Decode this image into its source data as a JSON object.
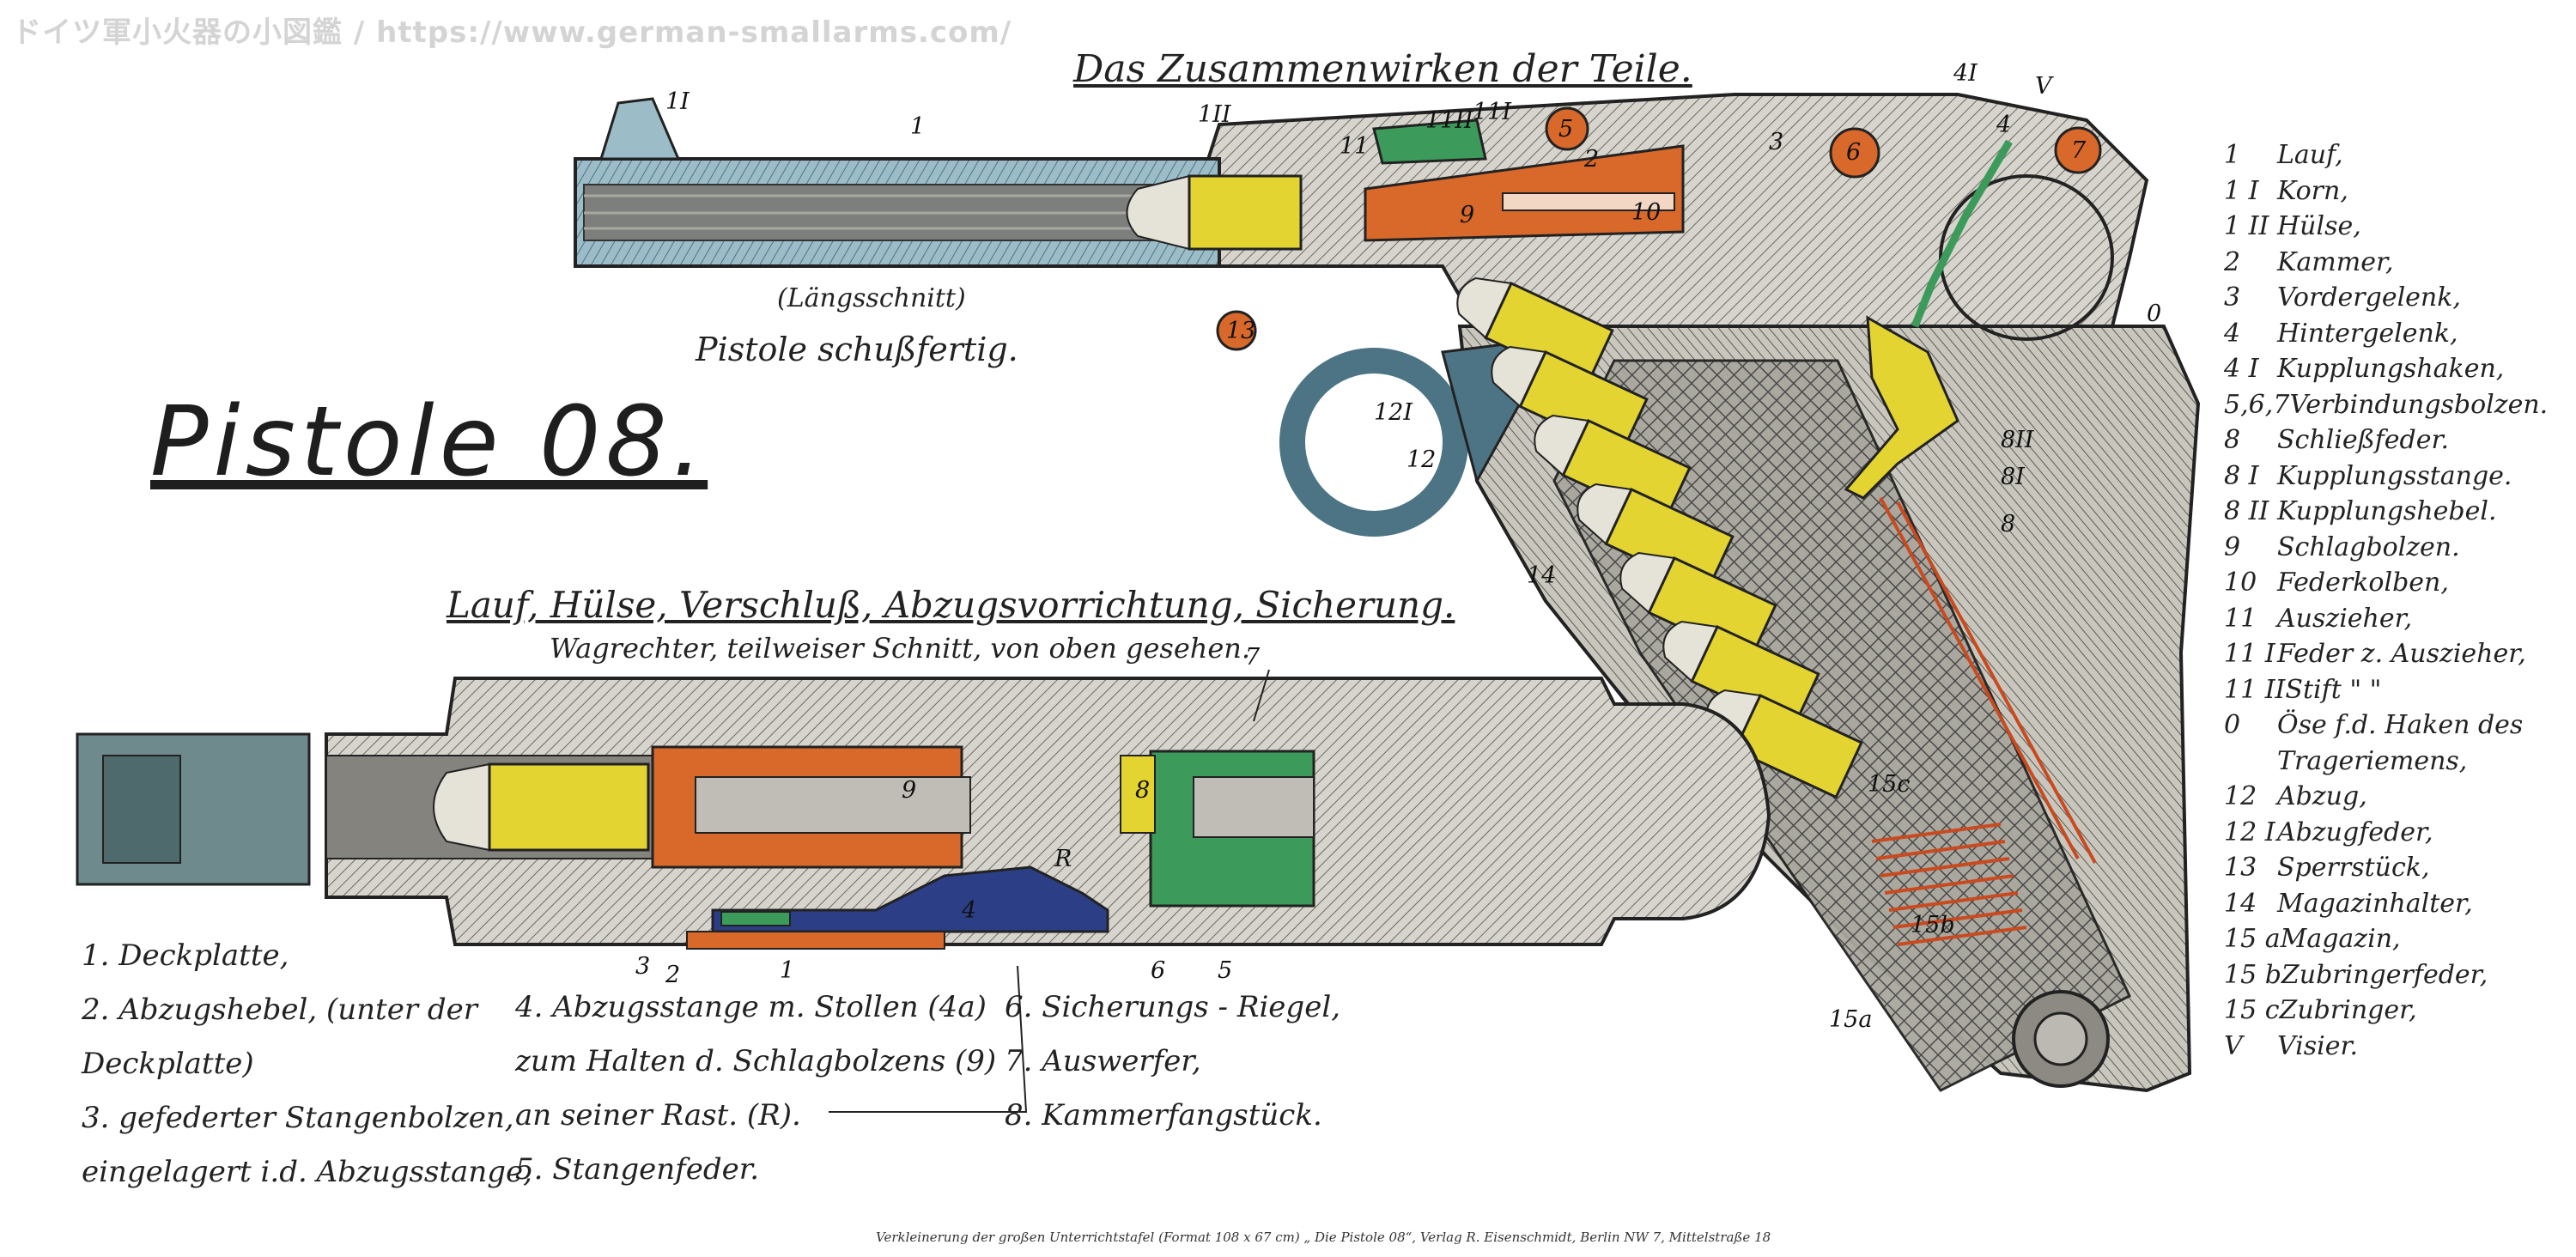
{
  "header": {
    "site": "ドイツ軍小火器の小図鑑 / https://www.german-smallarms.com/"
  },
  "titles": {
    "main": "Das Zusammenwirken der Teile.",
    "pistol": "Pistole 08.",
    "section": "(Längsschnitt)",
    "caption": "Pistole schußfertig.",
    "sub": "Lauf, Hülse, Verschluß, Abzugsvorrichtung, Sicherung.",
    "sub_desc": "Wagrechter, teilweiser Schnitt, von oben gesehen."
  },
  "legend_right": [
    {
      "num": "1",
      "text": "Lauf,"
    },
    {
      "num": "1 I",
      "text": "Korn,"
    },
    {
      "num": "1 II",
      "text": "Hülse,"
    },
    {
      "num": "2",
      "text": "Kammer,"
    },
    {
      "num": "3",
      "text": "Vordergelenk,"
    },
    {
      "num": "4",
      "text": "Hintergelenk,"
    },
    {
      "num": "4 I",
      "text": "Kupplungshaken,"
    },
    {
      "num": "5,6,7",
      "text": "Verbindungsbolzen."
    },
    {
      "num": "8",
      "text": "Schließfeder."
    },
    {
      "num": "8 I",
      "text": "Kupplungsstange."
    },
    {
      "num": "8 II",
      "text": "Kupplungshebel."
    },
    {
      "num": "9",
      "text": "Schlagbolzen."
    },
    {
      "num": "10",
      "text": "Federkolben,"
    },
    {
      "num": "11",
      "text": "Auszieher,"
    },
    {
      "num": "11 I",
      "text": "Feder z. Auszieher,"
    },
    {
      "num": "11 II",
      "text": "Stift    \"       \""
    },
    {
      "num": "0",
      "text": "Öse f.d. Haken des"
    },
    {
      "num": "",
      "text": "Trageriemens,"
    },
    {
      "num": "12",
      "text": "Abzug,"
    },
    {
      "num": "12 I",
      "text": "Abzugfeder,"
    },
    {
      "num": "13",
      "text": "Sperrstück,"
    },
    {
      "num": "14",
      "text": "Magazinhalter,"
    },
    {
      "num": "15 a",
      "text": "Magazin,"
    },
    {
      "num": "15 b",
      "text": "Zubringerfeder,"
    },
    {
      "num": "15 c",
      "text": "Zubringer,"
    },
    {
      "num": "V",
      "text": "Visier."
    }
  ],
  "legend_bottom_col1": [
    "1.  Deckplatte,",
    "2.  Abzugshebel, (unter der",
    "     Deckplatte)",
    "3.  gefederter Stangenbolzen,",
    "     eingelagert i.d. Abzugsstange,"
  ],
  "legend_bottom_col2": [
    "4. Abzugsstange m. Stollen (4a)",
    "zum Halten d. Schlagbolzens (9)",
    "an seiner Rast. (R).",
    "5. Stangenfeder."
  ],
  "legend_bottom_col3": [
    "6. Sicherungs - Riegel,",
    "7. Auswerfer,",
    "8. Kammerfangstück."
  ],
  "part_labels_top": [
    "1I",
    "1",
    "1II",
    "11",
    "11II",
    "11I",
    "5",
    "2",
    "9",
    "3",
    "6",
    "4I",
    "V",
    "7",
    "4",
    "10",
    "0",
    "13",
    "12I",
    "12",
    "14",
    "8II",
    "8I",
    "8",
    "15c",
    "15b",
    "15a"
  ],
  "part_labels_bottom": [
    "3",
    "2",
    "1",
    "4",
    "R",
    "6",
    "5",
    "7",
    "8",
    "9"
  ],
  "footer": "Verkleinerung der großen Unterrichtstafel (Format 108 x 67 cm) „ Die Pistole 08“,   Verlag R. Eisenschmidt,  Berlin NW 7,  Mittelstraße 18",
  "colors": {
    "barrel_blue": "#8fb4c0",
    "brass": "#e3d431",
    "orange": "#d9682b",
    "green": "#3c9a5b",
    "navy": "#2c3f86",
    "steel": "#cfcdc6",
    "grip": "#bdbcb4"
  }
}
